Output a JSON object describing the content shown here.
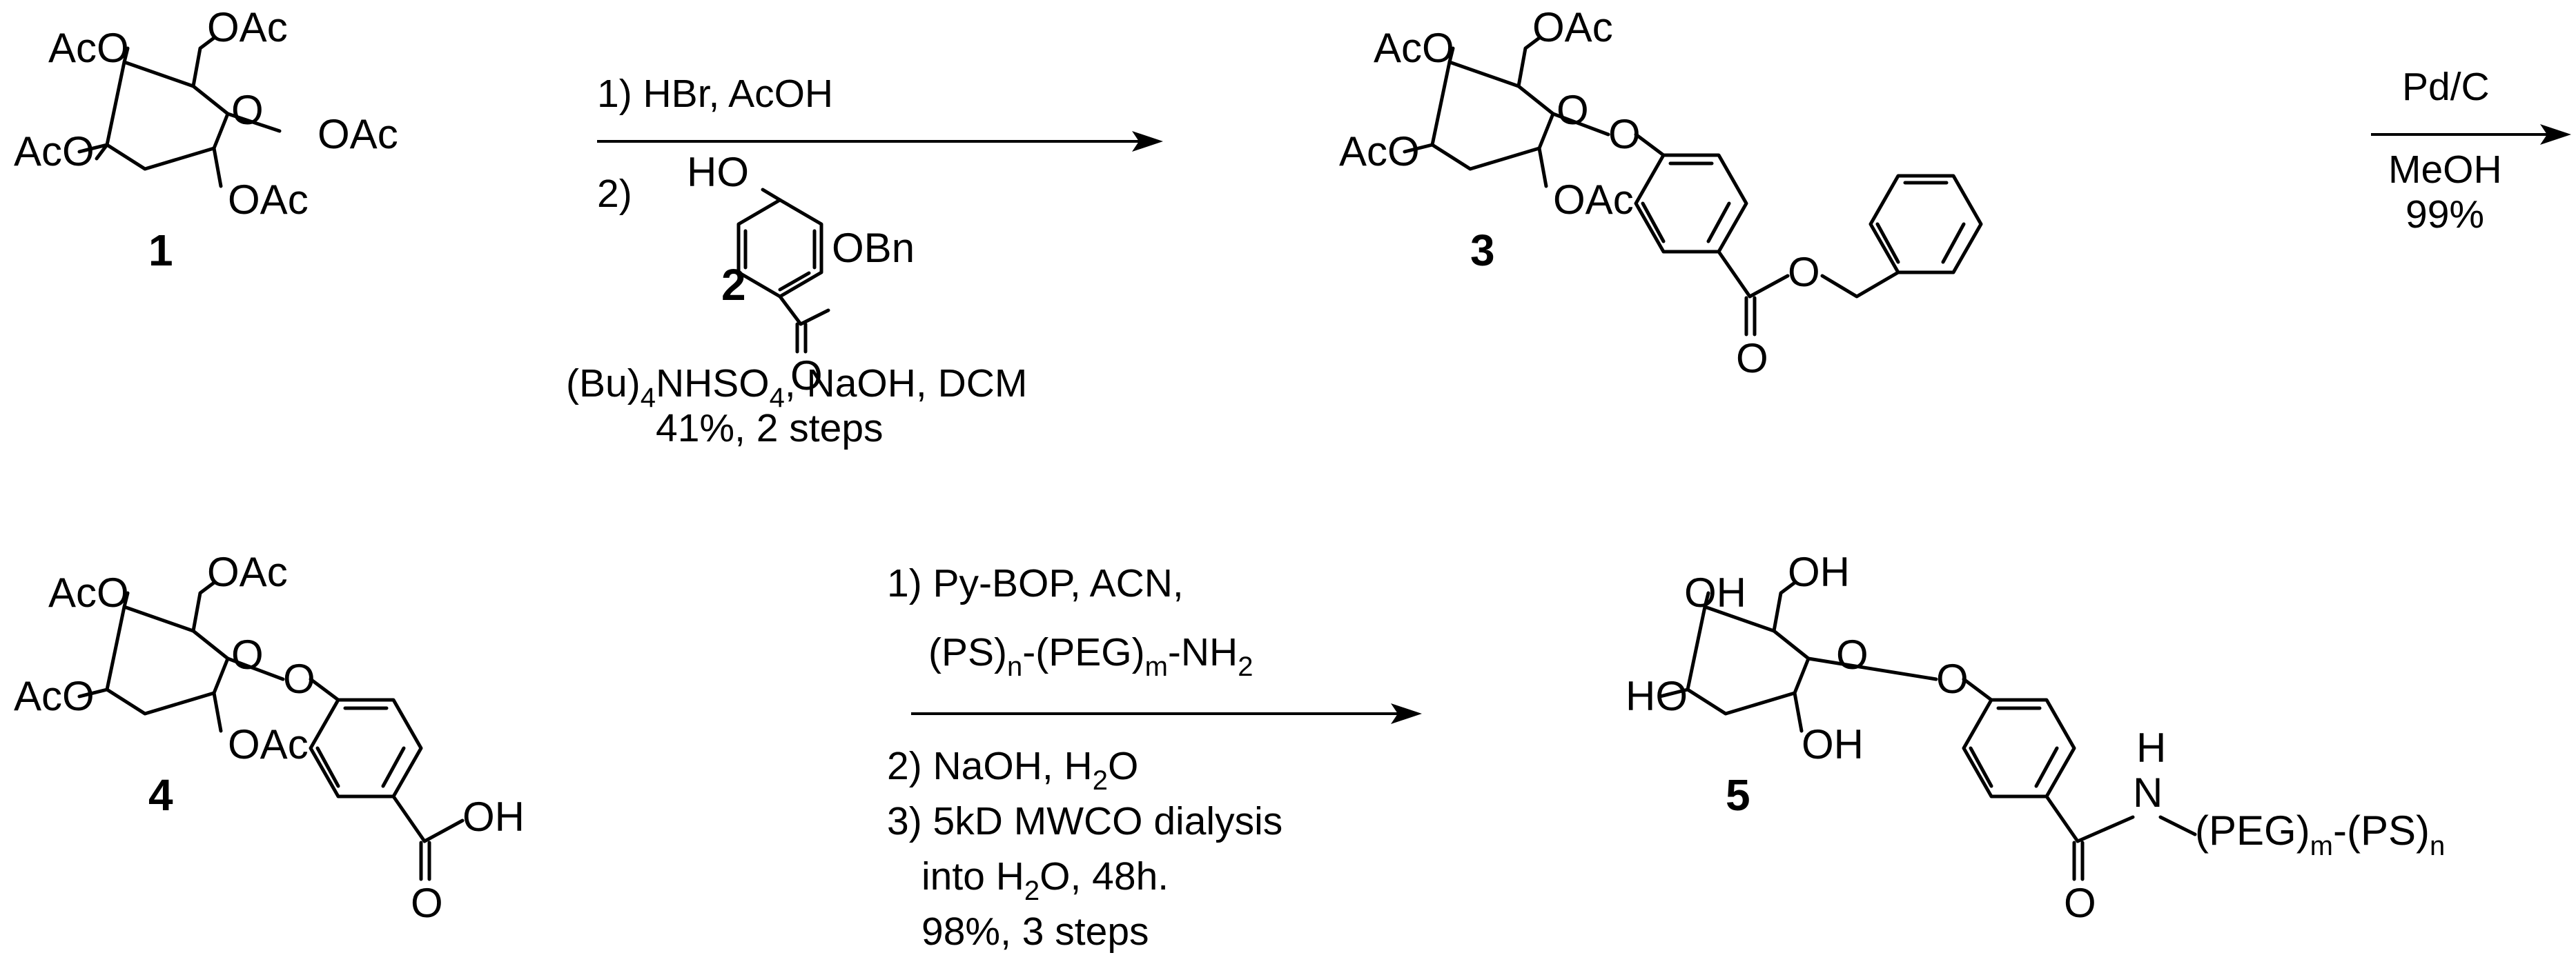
{
  "scheme": {
    "compounds": [
      {
        "number": "1",
        "groups": {
          "ac4": "AcO",
          "ac6": "OAc",
          "ac3": "AcO",
          "ac1": "OAc",
          "ac2": "OAc",
          "ring_o": "O"
        }
      },
      {
        "number": "2"
      },
      {
        "number": "3",
        "groups": {
          "ac4": "AcO",
          "ac6": "OAc",
          "ac3": "AcO",
          "ring_o": "O",
          "gly_o": "O",
          "ac2": "OAc",
          "ester_o": "O",
          "carbonyl_o": "O"
        }
      },
      {
        "number": "4",
        "groups": {
          "ac4": "AcO",
          "ac6": "OAc",
          "ac3": "AcO",
          "ring_o": "O",
          "gly_o": "O",
          "ac2": "OAc",
          "acid_oh": "OH",
          "carbonyl_o": "O"
        }
      },
      {
        "number": "5",
        "groups": {
          "oh4": "OH",
          "oh6": "OH",
          "oh3": "HO",
          "ring_o": "O",
          "gly_o": "O",
          "oh2": "OH",
          "nh_h": "H",
          "nh_n": "N",
          "carbonyl_o": "O"
        }
      }
    ],
    "reagent2": {
      "ho": "HO",
      "obn": "OBn",
      "carbonyl_o": "O"
    },
    "step1": {
      "line1": "1) HBr, AcOH",
      "line2_prefix": "2)",
      "cond_a": "(Bu)",
      "cond_a_sub": "4",
      "cond_b": "NHSO",
      "cond_b_sub": "4",
      "cond_c": ", NaOH, DCM",
      "yield": "41%, 2 steps"
    },
    "step2": {
      "reagent": "Pd/C",
      "solvent": "MeOH",
      "yield": "99%"
    },
    "step3": {
      "line1": "1) Py-BOP, ACN,",
      "l2a": "(PS)",
      "l2a_sub": "n",
      "l2b": "-(PEG)",
      "l2b_sub": "m",
      "l2c": "-NH",
      "l2c_sub": "2",
      "line3a": "2) NaOH, H",
      "line3_sub": "2",
      "line3b": "O",
      "line4": "3) 5kD MWCO dialysis",
      "line5a": "into H",
      "line5_sub": "2",
      "line5b": "O, 48h.",
      "yield": "98%, 3 steps"
    },
    "product5_chain": {
      "peg": "(PEG)",
      "peg_sub": "m",
      "ps": "-(PS)",
      "ps_sub": "n"
    }
  }
}
